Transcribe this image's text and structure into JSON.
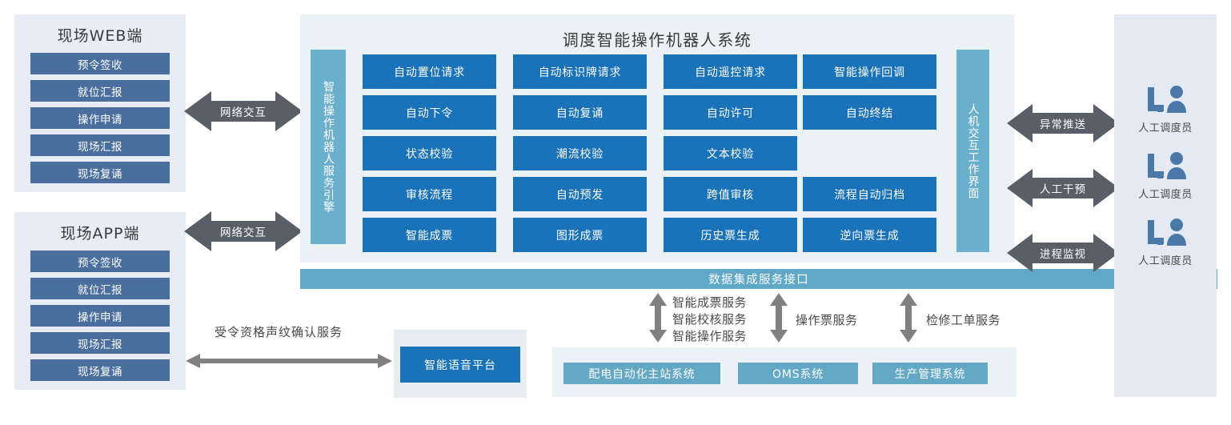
{
  "clients": [
    {
      "title": "现场WEB端",
      "items": [
        "预令签收",
        "就位汇报",
        "操作申请",
        "现场汇报",
        "现场复诵"
      ]
    },
    {
      "title": "现场APP端",
      "items": [
        "预令签收",
        "就位汇报",
        "操作申请",
        "现场汇报",
        "现场复诵"
      ]
    }
  ],
  "network_arrows": [
    {
      "label": "网络交互"
    },
    {
      "label": "网络交互"
    }
  ],
  "main": {
    "title": "调度智能操作机器人系统",
    "engine_label": "智能操作机器人服务引擎",
    "ui_label": "人机交互工作界面",
    "features": [
      [
        "自动置位请求",
        "自动标识牌请求",
        "自动遥控请求",
        "智能操作回调"
      ],
      [
        "自动下令",
        "自动复诵",
        "自动许可",
        "自动终结"
      ],
      [
        "状态校验",
        "潮流校验",
        "文本校验",
        ""
      ],
      [
        "审核流程",
        "自动预发",
        "跨值审核",
        "流程自动归档"
      ],
      [
        "智能成票",
        "图形成票",
        "历史票生成",
        "逆向票生成"
      ]
    ]
  },
  "integration_bar": {
    "label": "数据集成服务接口"
  },
  "service_links": [
    {
      "label": "智能成票服务\n智能校核服务\n智能操作服务"
    },
    {
      "label": "操作票服务"
    },
    {
      "label": "检修工单服务"
    }
  ],
  "external_systems": [
    "配电自动化主站系统",
    "OMS系统",
    "生产管理系统"
  ],
  "voice": {
    "link_label": "受令资格声纹确认服务",
    "box_label": "智能语音平台"
  },
  "operators": {
    "arrows": [
      "异常推送",
      "人工干预",
      "进程监视"
    ],
    "people": [
      "人工调度员",
      "人工调度员",
      "人工调度员"
    ],
    "icon": "operator-desk-icon"
  },
  "colors": {
    "client_button": "#4a6f9e",
    "client_panel": "#e8ecf4",
    "feature_box": "#1a72b8",
    "vertical_bar": "#6aafcc",
    "integration_bar": "#5fa8c8",
    "system_box": "#63a8c4",
    "arrow_gray": "#595f69",
    "main_panel": "#eaf2f5"
  }
}
